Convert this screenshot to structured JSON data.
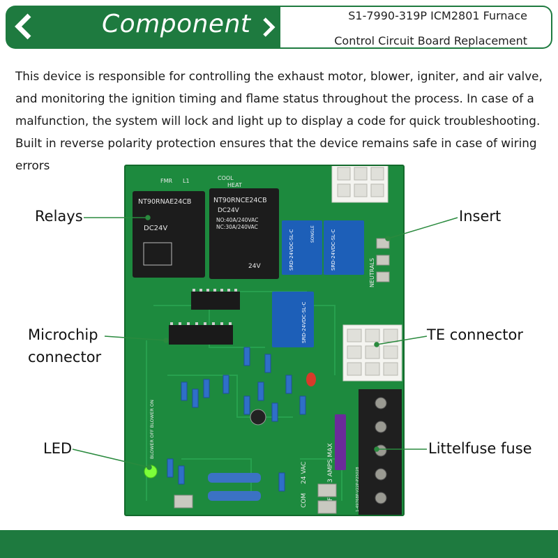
{
  "header": {
    "title": "Component",
    "product_line_1": "S1-7990-319P ICM2801 Furnace",
    "product_line_2": "Control Circuit Board Replacement",
    "accent_color": "#1e7a3f"
  },
  "description": "This device is responsible for controlling the exhaust motor, blower, igniter, and air valve, and monitoring the ignition timing and flame status throughout the process. In case of a malfunction, the system will lock and light up to display a code for quick troubleshooting. Built in reverse polarity protection ensures that the device remains safe in case of wiring errors",
  "callouts": {
    "relays": "Relays",
    "insert": "Insert",
    "microchip_1": "Microchip",
    "microchip_2": "connector",
    "te_connector": "TE connector",
    "led": "LED",
    "fuse": "Littelfuse fuse"
  },
  "board": {
    "relay1_line1": "NT90RNAE24CB",
    "relay1_line2": "DC24V",
    "relay2_line1": "NT90RNCE24CB",
    "relay2_line2": "DC24V",
    "relay2_line3": "NO:40A/240VAC",
    "relay2_line4": "NC:30A/240VAC",
    "relay2_line5": "24V",
    "blue_relay_label": "SRD-24VDC-SL-C",
    "blue_relay_brand": "SONGLE",
    "silk_neutrals": "NEUTRALS",
    "silk_fuse": "FUSE 3 AMPS MAX",
    "silk_24vac": "24 VAC",
    "silk_com": "COM",
    "silk_blower": "BLOWER OFF  BLOWER ON",
    "silk_top_left": "FMR",
    "silk_top_l1": "L1",
    "silk_cool": "COOL",
    "silk_heat": "HEAT",
    "part_number": "1-49768P-V22P-P25028"
  },
  "icons": [
    "chevron-left-icon",
    "chevron-right-icon"
  ]
}
